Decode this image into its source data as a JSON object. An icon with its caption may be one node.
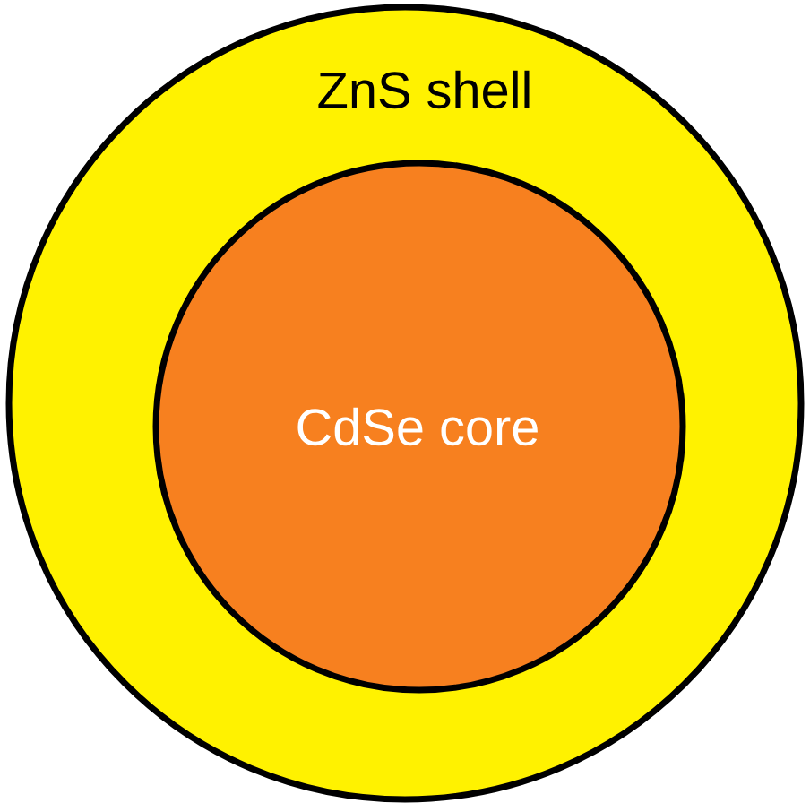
{
  "diagram": {
    "nodes": [
      {
        "text": [
          "ZnS shell"
        ]
      },
      {
        "text": [
          "CdSe core"
        ],
        "in": 0
      }
    ]
  }
}
